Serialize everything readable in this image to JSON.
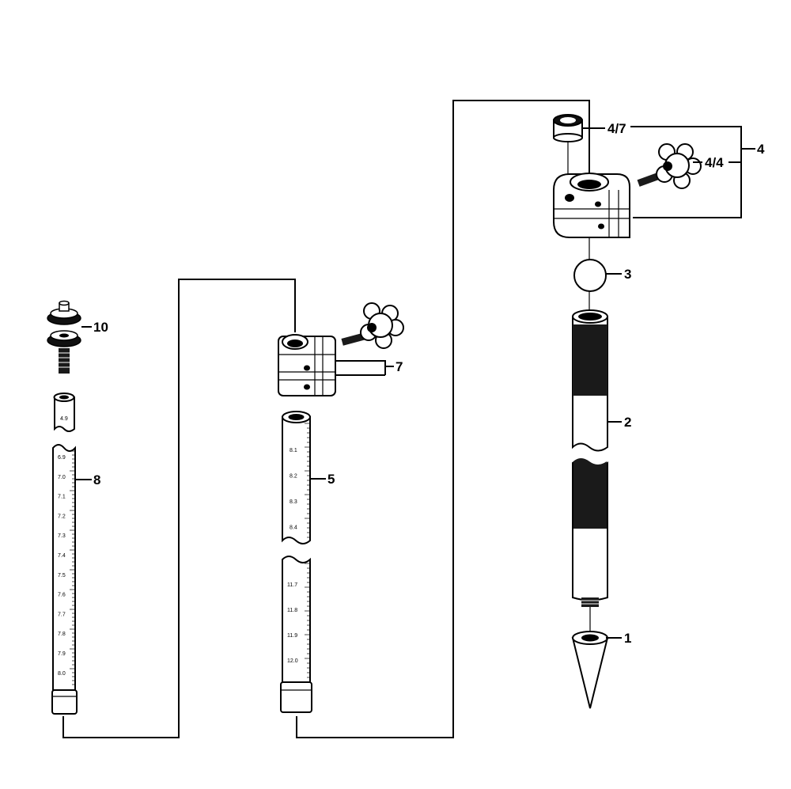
{
  "callouts": {
    "c1": "1",
    "c2": "2",
    "c3": "3",
    "c4": "4",
    "c4_4": "4/4",
    "c4_7": "4/7",
    "c5": "5",
    "c7": "7",
    "c8": "8",
    "c10": "10"
  },
  "scales": {
    "rod8_top": "4.9",
    "rod8": [
      "6.9",
      "7.0",
      "7.1",
      "7.2",
      "7.3",
      "7.4",
      "7.5",
      "7.6",
      "7.7",
      "7.8",
      "7.9",
      "8.0"
    ],
    "rod5_upper": [
      "8.1",
      "8.2",
      "8.3",
      "8.4"
    ],
    "rod5_lower": [
      "11.7",
      "11.8",
      "11.9",
      "12.0"
    ]
  }
}
